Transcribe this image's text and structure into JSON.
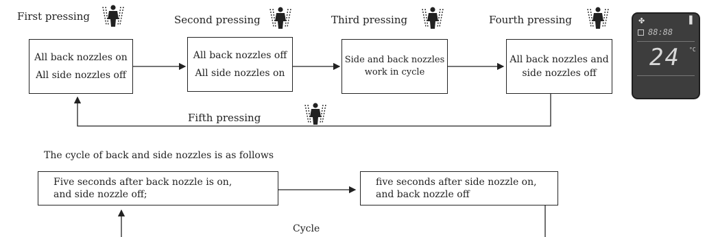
{
  "steps": [
    {
      "label": "First pressing",
      "line1": "All back nozzles on",
      "line2": "All side nozzles off"
    },
    {
      "label": "Second pressing",
      "line1": "All back nozzles off",
      "line2": "All side nozzles on"
    },
    {
      "label": "Third pressing",
      "line1": "Side and back nozzles",
      "line2": "work in cycle"
    },
    {
      "label": "Fourth pressing",
      "line1": "All back nozzles and",
      "line2": "side nozzles off"
    }
  ],
  "fifth_label": "Fifth pressing",
  "cycle_title": "The cycle of back and side nozzles is as follows",
  "cycle_box1": {
    "line1": "Five seconds after back nozzle is on,",
    "line2": "and side nozzle off;"
  },
  "cycle_box2": {
    "line1": "five seconds after side nozzle on,",
    "line2": "and back nozzle off"
  },
  "cycle_label": "Cycle",
  "display": {
    "small_readout": "88:88",
    "big_readout": "24",
    "unit": "°C"
  }
}
